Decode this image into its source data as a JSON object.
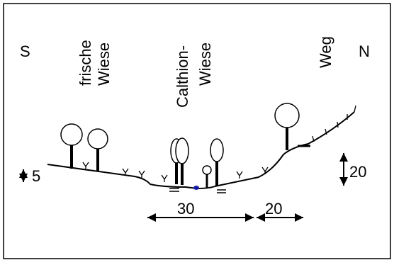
{
  "labels": {
    "south": "S",
    "north": "N",
    "fresh_meadow_line1": "frische",
    "fresh_meadow_line2": "Wiese",
    "calthion_line1": "Calthion-",
    "calthion_line2": "Wiese",
    "path": "Weg"
  },
  "scale": {
    "height_left": "5",
    "height_right": "20",
    "width_left": "30",
    "width_right": "20"
  },
  "colors": {
    "line": "#000000",
    "water": "#1a1aa8",
    "background": "#ffffff"
  }
}
